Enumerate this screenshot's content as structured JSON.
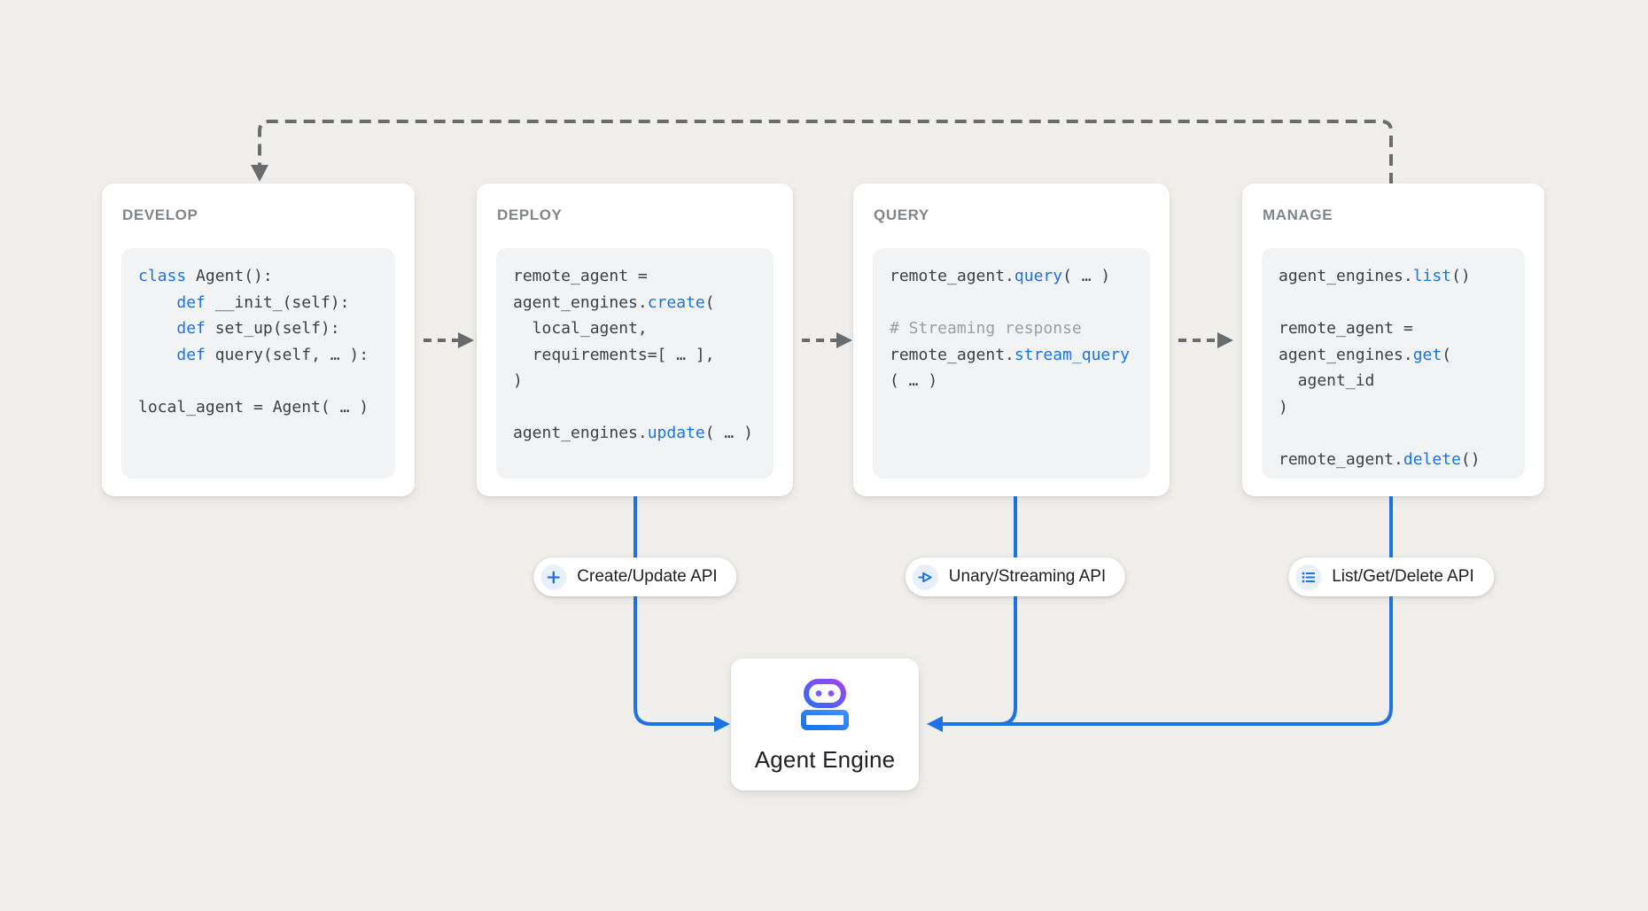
{
  "colors": {
    "background": "#f1efec",
    "card_bg": "#ffffff",
    "code_bg": "#f1f3f4",
    "accent_blue": "#1a73e8",
    "keyword_blue": "#1a73e8",
    "comment_gray": "#9aa0a6",
    "code_text": "#3c4043",
    "title_gray": "#80868b",
    "connector_gray": "#696c6f",
    "pill_icon_bg": "#e8f0fe",
    "robot_purple": "#a142f4",
    "robot_blue": "#1a73e8"
  },
  "cards": [
    {
      "title": "DEVELOP",
      "code": [
        [
          {
            "t": "class ",
            "c": "kw"
          },
          {
            "t": "Agent():"
          }
        ],
        [
          {
            "t": "    "
          },
          {
            "t": "def ",
            "c": "kw"
          },
          {
            "t": "__init_(self):"
          }
        ],
        [
          {
            "t": "    "
          },
          {
            "t": "def ",
            "c": "kw"
          },
          {
            "t": "set_up(self):"
          }
        ],
        [
          {
            "t": "    "
          },
          {
            "t": "def ",
            "c": "kw"
          },
          {
            "t": "query(self, … ):"
          }
        ],
        [],
        [
          {
            "t": "local_agent = Agent( … )"
          }
        ]
      ]
    },
    {
      "title": "DEPLOY",
      "code": [
        [
          {
            "t": "remote_agent ="
          }
        ],
        [
          {
            "t": "agent_engines."
          },
          {
            "t": "create",
            "c": "fn"
          },
          {
            "t": "("
          }
        ],
        [
          {
            "t": "  local_agent,"
          }
        ],
        [
          {
            "t": "  requirements=[ … ],"
          }
        ],
        [
          {
            "t": ")"
          }
        ],
        [],
        [
          {
            "t": "agent_engines."
          },
          {
            "t": "update",
            "c": "fn"
          },
          {
            "t": "( … )"
          }
        ]
      ]
    },
    {
      "title": "QUERY",
      "code": [
        [
          {
            "t": "remote_agent."
          },
          {
            "t": "query",
            "c": "fn"
          },
          {
            "t": "( … )"
          }
        ],
        [],
        [
          {
            "t": "# Streaming response",
            "c": "cm"
          }
        ],
        [
          {
            "t": "remote_agent."
          },
          {
            "t": "stream_query",
            "c": "fn"
          }
        ],
        [
          {
            "t": "( … )"
          }
        ]
      ]
    },
    {
      "title": "MANAGE",
      "code": [
        [
          {
            "t": "agent_engines."
          },
          {
            "t": "list",
            "c": "fn"
          },
          {
            "t": "()"
          }
        ],
        [],
        [
          {
            "t": "remote_agent ="
          }
        ],
        [
          {
            "t": "agent_engines."
          },
          {
            "t": "get",
            "c": "fn"
          },
          {
            "t": "("
          }
        ],
        [
          {
            "t": "  agent_id"
          }
        ],
        [
          {
            "t": ")"
          }
        ],
        [],
        [
          {
            "t": "remote_agent."
          },
          {
            "t": "delete",
            "c": "fn"
          },
          {
            "t": "()"
          }
        ]
      ]
    }
  ],
  "pills": [
    {
      "icon": "plus-icon",
      "label": "Create/Update API"
    },
    {
      "icon": "send-icon",
      "label": "Unary/Streaming API"
    },
    {
      "icon": "list-icon",
      "label": "List/Get/Delete API"
    }
  ],
  "engine": {
    "label": "Agent Engine",
    "icon": "robot-icon"
  }
}
